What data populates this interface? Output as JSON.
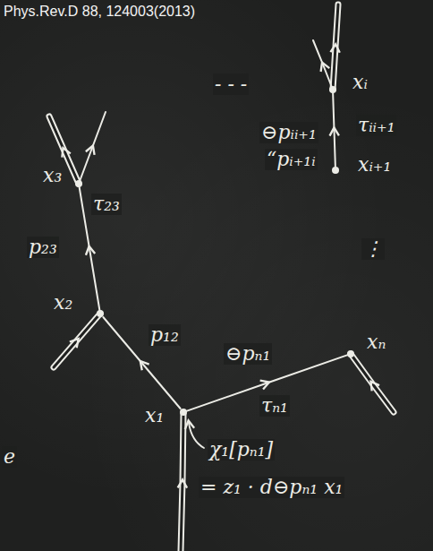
{
  "diagram": {
    "title": "Phys.Rev.D 88, 124003(2013)",
    "nodes": [
      {
        "text": [
          "xᵢ"
        ]
      },
      {
        "text": [
          "xᵢ₊₁"
        ]
      },
      {
        "text": [
          "x₃"
        ]
      },
      {
        "text": [
          "x₂"
        ]
      },
      {
        "text": [
          "xₙ"
        ]
      },
      {
        "text": [
          "x₁"
        ]
      }
    ],
    "edges": [
      {
        "from": 5,
        "to": 3,
        "arrow": "to",
        "label": "p₁₂"
      },
      {
        "from": 3,
        "to": 2,
        "arrow": "to",
        "label": "p₂₃"
      },
      {
        "from": 1,
        "to": 0,
        "arrow": "to",
        "label": "⊖pᵢᵢ₊₁"
      },
      {
        "from": 5,
        "to": 4,
        "arrow": "to",
        "label": "⊖pₙ₁"
      }
    ],
    "labels": [
      "τ₂₃",
      "τᵢᵢ₊₁",
      "“pᵢ₊₁ᵢ",
      "τₙ₁",
      "- - -",
      "⋮",
      "χ₁[pₙ₁]",
      "= z₁ · d⊖pₙ₁ x₁",
      "e"
    ]
  }
}
